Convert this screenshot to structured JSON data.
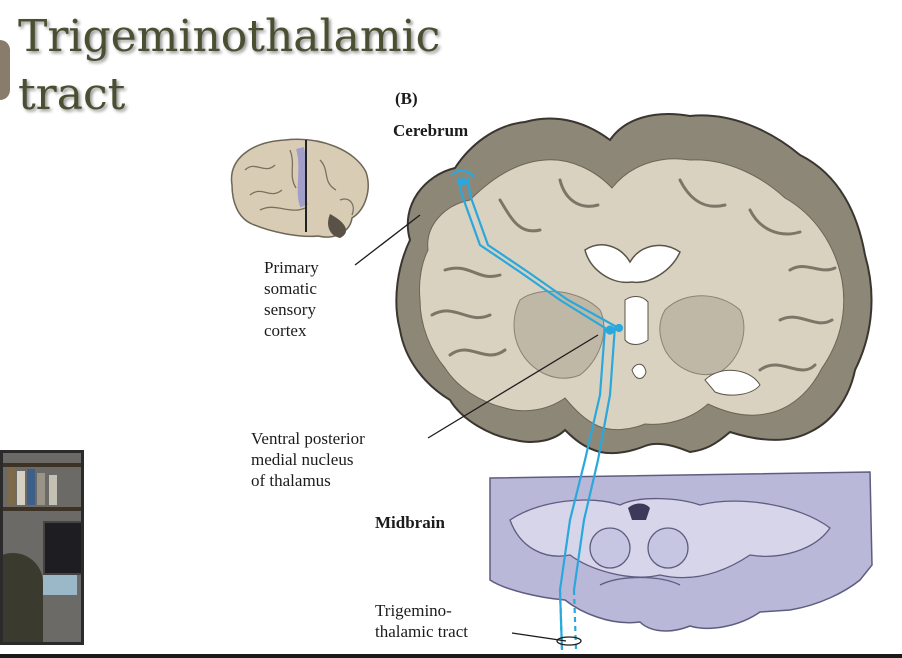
{
  "title": {
    "line1": "Trigeminothalamic",
    "line2": "tract"
  },
  "figure": {
    "panel_label": "(B)",
    "cerebrum_label": "Cerebrum",
    "cortex_label": [
      "Primary",
      "somatic",
      "sensory",
      "cortex"
    ],
    "thalamus_label": [
      "Ventral posterior",
      "medial nucleus",
      "of thalamus"
    ],
    "midbrain_label": "Midbrain",
    "tract_label": [
      "Trigemino-",
      "thalamic tract"
    ]
  },
  "colors": {
    "title": "#4a4f32",
    "tract_line": "#2aa8dc",
    "gray_matter": "#8d8778",
    "white_matter": "#d9d2c0",
    "midbrain": "#b9b8d8"
  },
  "icons": {
    "brain_thumbnail": "lateral-brain-icon"
  }
}
